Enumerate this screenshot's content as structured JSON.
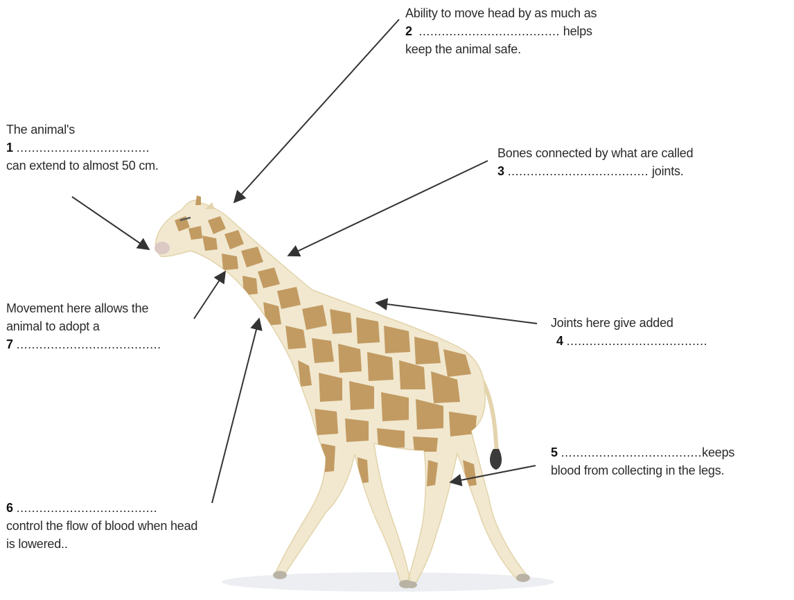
{
  "labels": {
    "l1": {
      "num": "1",
      "before": "The animal's",
      "after": "can extend to almost 50 cm.",
      "dots": "..................................."
    },
    "l2": {
      "num": "2",
      "before": "Ability to move head by as much as",
      "trail": "helps",
      "after": "keep the animal safe.",
      "dots": "....................................."
    },
    "l3": {
      "num": "3",
      "before": "Bones connected by what are called",
      "trail": "joints.",
      "dots": "....................................."
    },
    "l4": {
      "num": "4",
      "before": "Joints here give added",
      "dots": "....................................."
    },
    "l5": {
      "num": "5",
      "trail": "keeps",
      "after": "blood from collecting in the legs.",
      "dots": "....................................."
    },
    "l6": {
      "num": "6",
      "after": "control the flow of blood when head",
      "after2": "is lowered..",
      "dots": "....................................."
    },
    "l7": {
      "num": "7",
      "before": "Movement here allows the",
      "before2": "animal to adopt a",
      "dots": "......................................"
    }
  },
  "colors": {
    "coat_base": "#f1e8cf",
    "patch": "#c29b63",
    "patch_dark": "#b08552",
    "arrow": "#333333",
    "text": "#2a2a2a"
  },
  "icons": {
    "subject": "giraffe-illustration",
    "pointer": "arrow"
  }
}
